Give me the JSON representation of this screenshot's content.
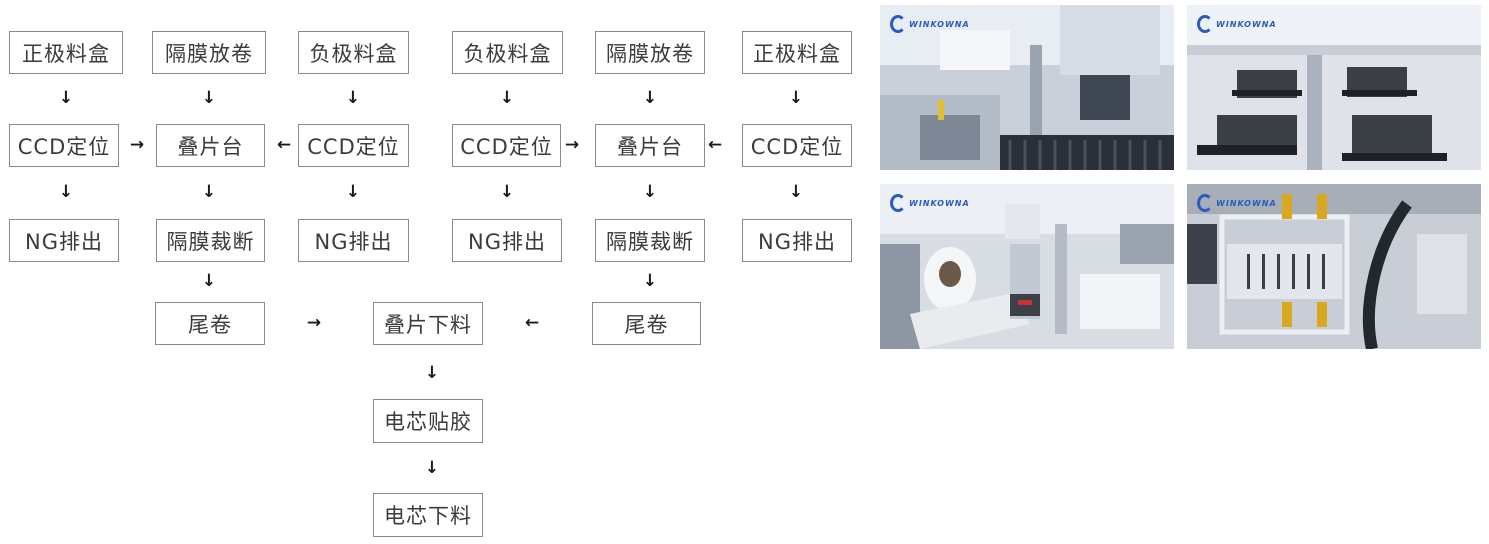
{
  "flowchart": {
    "left_group": {
      "col1": [
        "正极料盒",
        "CCD定位",
        "NG排出"
      ],
      "col2": [
        "隔膜放卷",
        "叠片台",
        "隔膜裁断",
        "尾卷"
      ],
      "col3": [
        "负极料盒",
        "CCD定位",
        "NG排出"
      ]
    },
    "right_group": {
      "col4": [
        "负极料盒",
        "CCD定位",
        "NG排出"
      ],
      "col5": [
        "隔膜放卷",
        "叠片台",
        "隔膜裁断",
        "尾卷"
      ],
      "col6": [
        "正极料盒",
        "CCD定位",
        "NG排出"
      ]
    },
    "center": [
      "叠片下料",
      "电芯贴胶",
      "电芯下料"
    ],
    "arrows": {
      "down": "↓",
      "right": "→",
      "left": "←"
    }
  },
  "photos": [
    {
      "caption": "",
      "logo_text": "WINKOWNA",
      "scene": "machine-overview"
    },
    {
      "caption": "",
      "logo_text": "WINKOWNA",
      "scene": "stacking-trays"
    },
    {
      "caption": "",
      "logo_text": "WINKOWNA",
      "scene": "separator-roll"
    },
    {
      "caption": "",
      "logo_text": "WINKOWNA",
      "scene": "cell-press"
    }
  ],
  "colors": {
    "box_border": "#8a8a8a",
    "text": "#3c3c3c",
    "arrow": "#1a1a1a",
    "logo": "#2a5bc0"
  }
}
